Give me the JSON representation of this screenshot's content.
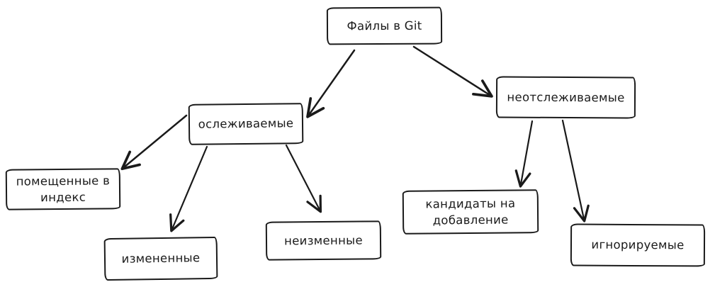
{
  "diagram": {
    "background_color": "#ffffff",
    "stroke_color": "#1a1a1a",
    "nodes": [
      {
        "id": "files-in-git",
        "label": "Файлы в Git"
      },
      {
        "id": "tracked",
        "label": "ослеживаемые"
      },
      {
        "id": "untracked",
        "label": "неотслеживаемые"
      },
      {
        "id": "staged",
        "label": "помещенные в индекс"
      },
      {
        "id": "modified",
        "label": "измененные"
      },
      {
        "id": "unmodified",
        "label": "неизменные"
      },
      {
        "id": "add-candidates",
        "label": "кандидаты на добавление"
      },
      {
        "id": "ignored",
        "label": "игнорируемые"
      }
    ],
    "edges": [
      {
        "from": "files-in-git",
        "to": "tracked"
      },
      {
        "from": "files-in-git",
        "to": "untracked"
      },
      {
        "from": "tracked",
        "to": "staged"
      },
      {
        "from": "tracked",
        "to": "modified"
      },
      {
        "from": "tracked",
        "to": "unmodified"
      },
      {
        "from": "untracked",
        "to": "add-candidates"
      },
      {
        "from": "untracked",
        "to": "ignored"
      }
    ]
  }
}
